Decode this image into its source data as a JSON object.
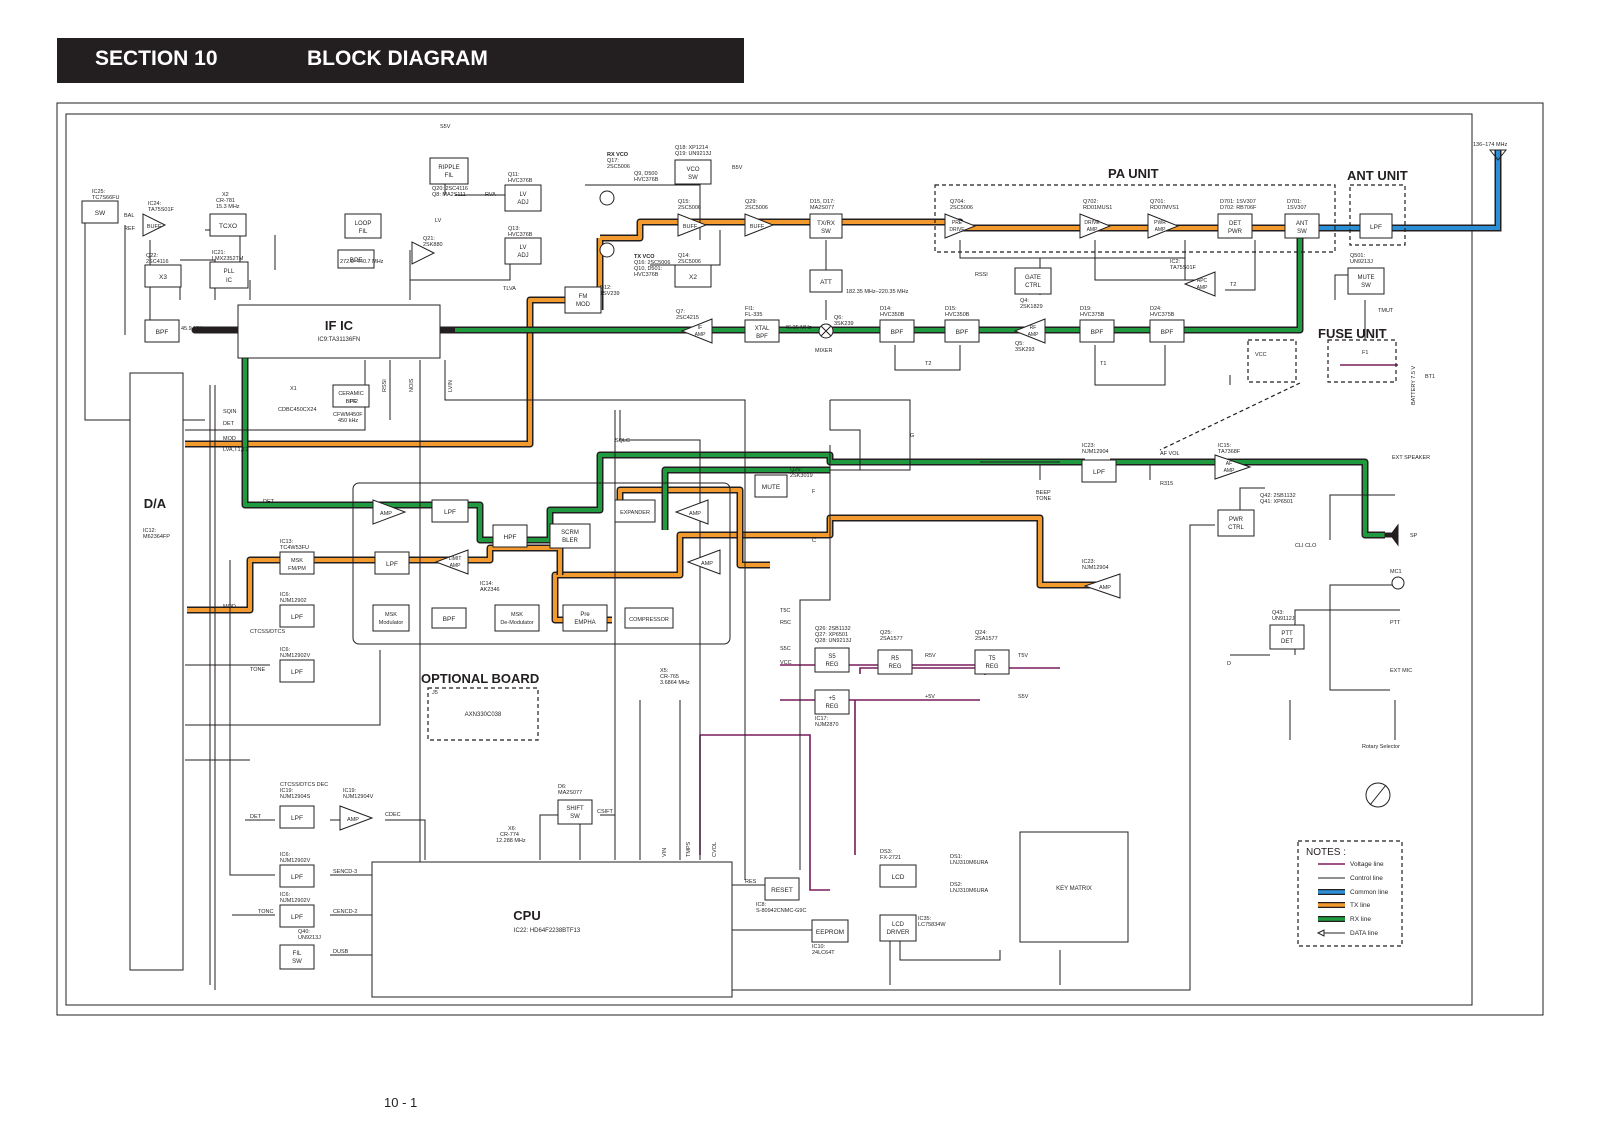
{
  "header": {
    "section": "SECTION 10",
    "title": "BLOCK DIAGRAM"
  },
  "page_number": "10 - 1",
  "colors": {
    "tx": "#f39a2e",
    "rx": "#1f9a3e",
    "common": "#2a8fd4",
    "voltage": "#7a1c5a",
    "ink": "#231f20"
  },
  "units": {
    "pa": "PA UNIT",
    "ant": "ANT UNIT",
    "fuse": "FUSE UNIT",
    "optional": "OPTIONAL BOARD"
  },
  "blocks": {
    "sw": "SW",
    "buff": "BUFF",
    "tcxo": "TCXO",
    "x3": "X3",
    "pll": "PLL\nIC",
    "loopfil": "LOOP\nFIL",
    "rippfil": "RIPPLE\nFIL",
    "lvadj1": "LV\nADJ",
    "lvadj2": "LV\nADJ",
    "vcosw": "VCO\nSW",
    "buff15": "BUFF",
    "buff29": "BUFF",
    "x2": "X2",
    "txrxsw": "TX/RX\nSW",
    "att": "ATT",
    "predrive": "PRE\nDRIVE",
    "driveamp": "DRIVE\nAMP",
    "pwramp": "PWR\nAMP",
    "detpwr": "DET\nPWR",
    "antsw": "ANT\nSW",
    "lpfant": "LPF",
    "apcamp": "APC\nAMP",
    "gatectrl": "GATE\nCTRL",
    "mutesw": "MUTE\nSW",
    "fmmod": "FM\nMOD",
    "ificlabel": "IF IC",
    "ificsub": "IC9:TA31136FN",
    "bpf45": "BPF",
    "ifamp": "IF\nAMP",
    "xtalbpf": "XTAL\nBPF",
    "bpf14": "BPF",
    "bpf15": "BPF",
    "rfamp": "RF\nAMP",
    "bpf19": "BPF",
    "bpf24": "BPF",
    "ceramic": "CERAMIC\nBPF",
    "da": "D/A",
    "amp1": "AMP",
    "lpf1": "LPF",
    "hpf": "HPF",
    "scram": "SCRM\nBLER",
    "expander": "EXPANDER",
    "amp2": "AMP",
    "mute": "MUTE",
    "lpf2": "LPF",
    "limitamp": "LIMIT\nAMP",
    "amp3": "AMP",
    "mskmod": "MSK\nModulator",
    "bpf3": "BPF",
    "mskdemod": "MSK\nDe-Modulator",
    "preemp": "Pre\nEMPHA",
    "compressor": "COMPRESSOR",
    "mskfmpm": "MSK\nFM/PM",
    "lpf6a": "LPF",
    "lpf6b": "LPF",
    "lpf19": "LPF",
    "amp19": "AMP",
    "lpf6c": "LPF",
    "lpf6d": "LPF",
    "filsw": "FIL\nSW",
    "cpu": "CPU",
    "cpusub": "IC22: HD64F2238BTF13",
    "shiftsw": "SHIFT\nSW",
    "reset": "RESET",
    "eeprom": "EEPROM",
    "s5reg": "S5\nREG",
    "r5reg": "R5\nREG",
    "t5reg": "T5\nREG",
    "p5reg": "+5\nREG",
    "lcd": "LCD",
    "lcddriver": "LCD\nDRIVER",
    "keymatrix": "KEY MATRIX",
    "lpfaf": "LPF",
    "afamp": "AF\nAMP",
    "pwrctrl": "PWR\nCTRL",
    "amp23": "AMP",
    "pttdet": "PTT\nDET",
    "optboard": "AXN330C038"
  },
  "labels": {
    "ic25": "IC25:\nTC7S66FU",
    "ic24": "IC24:\nTA75S01F",
    "x2lbl": "X2\nCR-781\n15.3 MHz",
    "q22": "Q22:\n2SC4116",
    "ic21": "IC21:\nLMX2352TM",
    "q20": "Q20: 2SC4116\nQ8: MA2S111",
    "q11": "Q11:\nHVC376B",
    "q13": "Q13:\nHVC376B",
    "rxvco": "RX VCO\nQ17:\n2SC5006",
    "q9": "Q9, D500\nHVC376B",
    "q18": "Q18: XP1214\nQ19: UN9213J",
    "txvco": "TX VCO\nQ16: 2SC5006\nQ10, D501:\nHVC376B",
    "q15": "Q15:\n2SC5006",
    "q29": "Q29:\n2SC5006",
    "q14": "Q14:\n2SC5006",
    "d15": "D15, D17:\nMA2S077",
    "q21": "Q21:\n2SK880",
    "d12": "D12:\n1SV239",
    "q704": "Q704:\n2SC5006",
    "q702": "Q702:\nRD01MUS1",
    "q701": "Q701:\nRD07MVS1",
    "d701a": "D701: 1SV307\nD702: RB706F",
    "d701b": "D701:\n1SV307",
    "ic2": "IC2:\nTA75S01F",
    "q4": "Q4:\n2SK1829",
    "q501": "Q501:\nUN9213J",
    "q7": "Q7:\n2SC4215",
    "fi1": "FI1:\nFL-335",
    "q6": "Q6:\n3SK239",
    "d14": "D14:\nHVC350B",
    "d15b": "D15:\nHVC350B",
    "q5": "Q5:\n3SK293",
    "d19": "D19:\nHVC375B",
    "d24": "D24:\nHVC375B",
    "freq1": "272.0–440.7 MHz",
    "freq2": "182.35 MHz–220.35 MHz",
    "freq3": "46.35 MHz",
    "freq4": "45.9 MHz",
    "antfreq": "136–174 MHz",
    "x1": "X1\nCDBC450CX24",
    "fi2": "FI2\nCFWM450F\n450 kHz",
    "mixer": "MIXER",
    "ic12": "IC12:\nM62364FP",
    "ic14": "IC14:\nAK2346",
    "ic13": "IC13:\nTC4W53FU",
    "ic6a": "IC6:\nNJM12902",
    "ic6b": "IC6:\nNJM12902V",
    "q26": "Q26:\n2SK3019",
    "ic23a": "IC23:\nNJM12904",
    "r315": "R315",
    "ic15": "IC15:\nTA7368F",
    "q42": "Q42: 2SB1132\nQ41: XP6501",
    "ic23b": "IC23:\nNJM12904",
    "q43": "Q43:\nUN9112J",
    "ic19a": "IC19:\nNJM12904S",
    "ic19b": "IC19:\nNJM12904V",
    "ic6c": "IC6:\nNJM12902V",
    "ic6d": "IC6:\nNJM12902V",
    "q40": "Q40:\nUN9213J",
    "d6": "D6:\nMA2S077",
    "x6": "X6:\nCR-774\n12.288 MHz",
    "x5": "X5:\nCR-765\n3.6864 MHz",
    "q26b": "Q26: 2SB1132\nQ27: XP6501\nQ28: UN9213J",
    "q25": "Q25:\n2SA1577",
    "q24": "Q24:\n2SA1577",
    "ic17": "IC17:\nNJM2870",
    "ic8": "IC8:\nS-80942CNMC-G9C",
    "ic10": "IC10:\n24LC64T",
    "ds3": "DS3:\nFX-2721",
    "ds1": "DS1:\nLNJ310M6URA",
    "ds2": "DS2:\nLNJ310M6URA",
    "ic35": "IC35:\nLC75834W",
    "j5": "J5",
    "sqin": "SQIN",
    "det1": "DET",
    "mod1": "MOD",
    "lva": "LVA,T1,T2",
    "det2": "DET",
    "sqlc": "SQLC",
    "mod2": "MOD",
    "ctcss": "CTCSS/DTCS",
    "tone1": "TONE",
    "ctcssdec": "CTCSS/DTCS DEC",
    "det3": "DET",
    "cdec": "CDEC",
    "sencd3": "SENCD-3",
    "tonc": "TONC",
    "cencd2": "CENCD-2",
    "dusb": "DUSB",
    "cshift": "CSIFT",
    "res": "RES",
    "vin": "VIN",
    "tmps": "TMPS",
    "cvol": "CVOL",
    "t5c": "T5C",
    "r5c": "R5C",
    "s5c": "S5C",
    "vcc": "VCC",
    "r5v": "R5V",
    "t5v": "T5V",
    "p5v": "+5V",
    "s5v": "S5V",
    "s5v2": "S5V",
    "lv": "LV",
    "rva": "RVA",
    "tlva": "TLVA",
    "b5v": "B5V",
    "rssi": "RSSI",
    "rssi2": "RSSI",
    "nois": "NOIS",
    "lvin": "LVIN",
    "t1": "T1",
    "t2": "T2",
    "t2b": "T2",
    "tmut": "TMUT",
    "vccfuse": "VCC",
    "f1": "F1",
    "battery": "BATTERY\n7.5 V",
    "bt1": "BT1",
    "afvol": "AF VOL",
    "beep": "BEEP\nTONE",
    "extsp": "EXT SPEAKER",
    "sp": "SP",
    "clio": "CLI CLO",
    "mc1": "MC1",
    "ptt": "PTT",
    "extmic": "EXT MIC",
    "rotary": "Rotary Selector",
    "g": "G",
    "f": "F",
    "c": "C",
    "d": "D",
    "sw": "SW",
    "bal": "BAL",
    "ref": "REF"
  },
  "notes": {
    "title": "NOTES :",
    "items": [
      "Voltage line",
      "Control line",
      "Common line",
      "TX line",
      "RX line",
      "DATA line"
    ]
  }
}
